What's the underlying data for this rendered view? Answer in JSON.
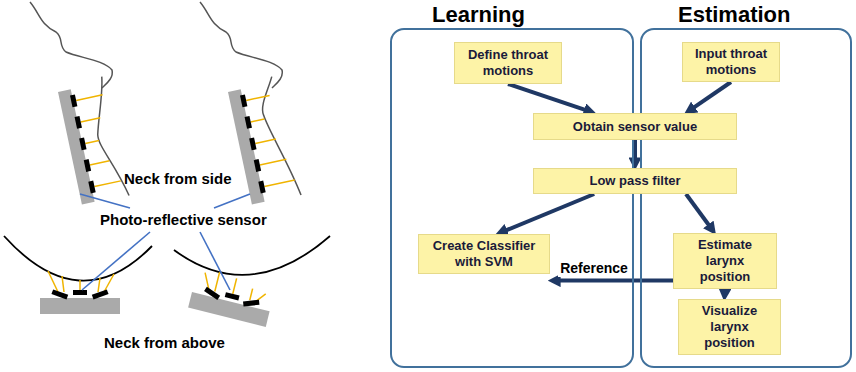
{
  "diagram": {
    "nodes": [
      {
        "text": [
          "Learning"
        ]
      },
      {
        "text": [
          "Estimation"
        ]
      },
      {
        "text": [
          "Define throat motions"
        ],
        "in": 0
      },
      {
        "text": [
          "Input throat motions"
        ],
        "in": 1
      },
      {
        "text": [
          "Obtain sensor value"
        ]
      },
      {
        "text": [
          "Low pass filter"
        ]
      },
      {
        "text": [
          "Create Classifier with SVM"
        ],
        "in": 0
      },
      {
        "text": [
          "Estimate larynx position"
        ],
        "in": 1
      },
      {
        "text": [
          "Visualize larynx position"
        ],
        "in": 1
      }
    ],
    "edges": [
      {
        "from": 2,
        "to": 4,
        "arrow": "to"
      },
      {
        "from": 3,
        "to": 4,
        "arrow": "to"
      },
      {
        "from": 4,
        "to": 5,
        "arrow": "to"
      },
      {
        "from": 5,
        "to": 6,
        "arrow": "to"
      },
      {
        "from": 5,
        "to": 7,
        "arrow": "to"
      },
      {
        "from": 7,
        "to": 6,
        "label": "Reference",
        "arrow": "to"
      },
      {
        "from": 7,
        "to": 8,
        "arrow": "to"
      }
    ],
    "labels": [
      "Neck from side",
      "Photo-reflective sensor",
      "Neck from above"
    ]
  }
}
